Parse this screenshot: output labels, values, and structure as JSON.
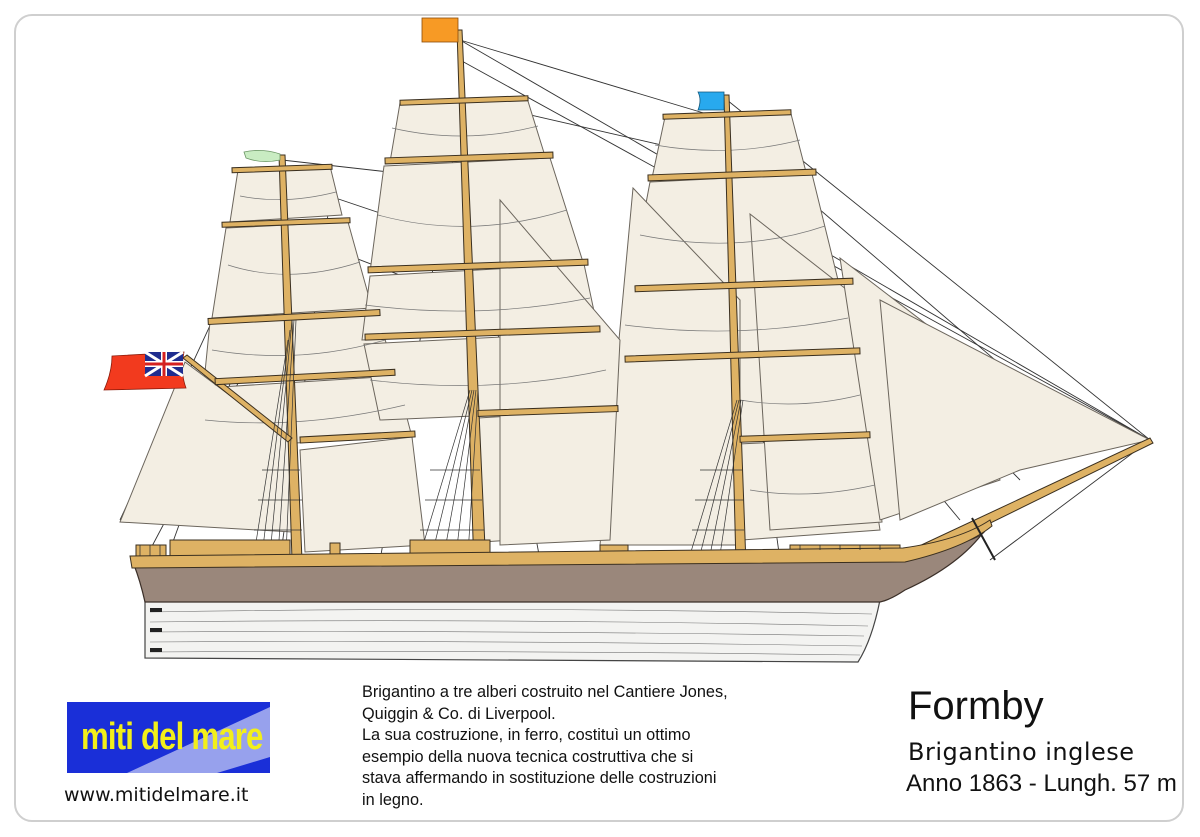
{
  "ship": {
    "name": "Formby",
    "type": "Brigantino inglese",
    "specs": "Anno 1863 - Lungh. 57 m"
  },
  "description": [
    "Brigantino a tre alberi costruito nel Cantiere Jones,",
    "Quiggin & Co. di Liverpool.",
    "La sua costruzione, in ferro, costituì un ottimo",
    "esempio della nuova tecnica costruttiva che si",
    "stava affermando in sostituzione delle costruzioni",
    "in legno."
  ],
  "logo": {
    "text": "miti del mare"
  },
  "website": "www.mitidelmare.it",
  "colors": {
    "sail": "#f3eee3",
    "wood": "#deb264",
    "hull_upper": "#9a877b",
    "hull_lower": "#f3f3f1",
    "logo_bg": "#1a2fd8",
    "logo_text": "#f2ef1a",
    "flag_red": "#f23a1e",
    "pennant_orange": "#f79a25",
    "pennant_blue": "#28a9ee",
    "pennant_green": "#c9ecc2"
  },
  "icons": {
    "ensign": "red-ensign-flag-icon",
    "logo": "miti-del-mare-logo"
  }
}
